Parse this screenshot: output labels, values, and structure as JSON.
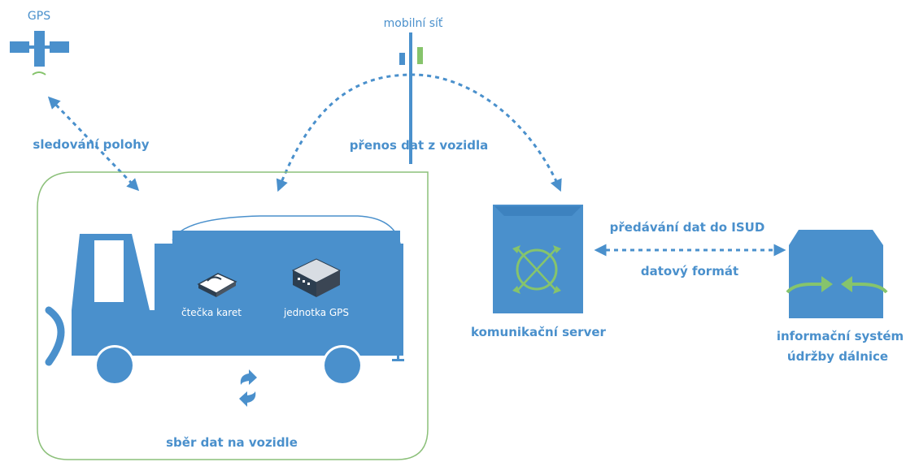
{
  "labels": {
    "gps": "GPS",
    "mobile_network": "mobilní síť",
    "position_tracking": "sledování polohy",
    "vehicle_data_transfer": "přenos dat z vozidla",
    "card_reader": "čtečka karet",
    "gps_unit": "jednotka GPS",
    "vehicle_data_collection": "sběr dat na vozidle",
    "communication_server": "komunikační server",
    "isud_transfer": "předávání dat do ISUD",
    "data_format": "datový formát",
    "info_system_line1": "informační systém",
    "info_system_line2": "údržby dálnice"
  },
  "colors": {
    "primary_blue": "#4a90cc",
    "green_accent": "#86c46c",
    "frame_green": "#8cc07a"
  },
  "icons": [
    "satellite-icon",
    "cell-tower-icon",
    "truck-icon",
    "card-reader-icon",
    "gps-unit-icon",
    "sync-icon",
    "server-icon",
    "database-icon"
  ]
}
